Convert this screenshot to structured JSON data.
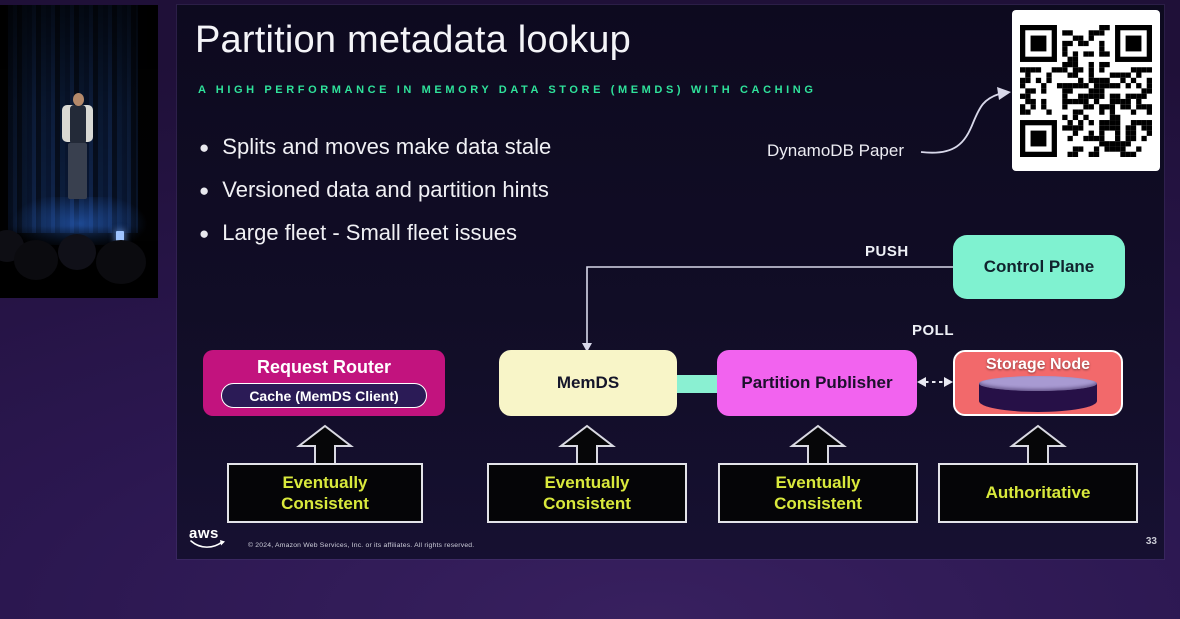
{
  "slide": {
    "title": "Partition metadata lookup",
    "subtitle": "A HIGH PERFORMANCE IN MEMORY DATA STORE (MEMDS) WITH CACHING",
    "bullets": [
      "Splits and moves make data stale",
      "Versioned data and partition hints",
      "Large fleet - Small fleet issues"
    ],
    "qr_label": "DynamoDB Paper",
    "diagram": {
      "push_label": "PUSH",
      "poll_label": "POLL",
      "control_plane_label": "Control Plane",
      "request_router_label": "Request Router",
      "request_router_cache_label": "Cache (MemDS Client)",
      "memds_label": "MemDS",
      "partition_publisher_label": "Partition Publisher",
      "storage_node_label": "Storage Node",
      "consistency_labels": [
        "Eventually\nConsistent",
        "Eventually\nConsistent",
        "Eventually\nConsistent",
        "Authoritative"
      ]
    },
    "footer": {
      "logo_text": "aws",
      "copyright": "© 2024, Amazon Web Services, Inc. or its affiliates. All rights reserved.",
      "page_number": "33"
    }
  },
  "colors": {
    "subtitle_green": "#2fe29b",
    "control_plane": "#7ff2d0",
    "request_router": "#c2137e",
    "memds": "#f8f5c8",
    "partition_publisher": "#f263ef",
    "storage_node": "#f2696b",
    "consistency_text": "#d9e93c",
    "teal_arrow": "#8af0d2",
    "slide_bg": "#110d26",
    "page_bg": "#2b1750"
  }
}
